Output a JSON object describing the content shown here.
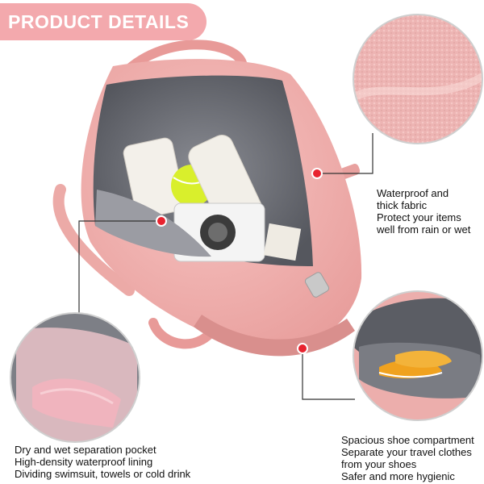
{
  "banner": {
    "title": "PRODUCT DETAILS"
  },
  "colors": {
    "banner": "#f3a9ad",
    "bag_pink": "#f2b3b0",
    "interior_grey": "#6b6d74",
    "marker_red": "#e8232f"
  },
  "callouts": {
    "fabric": {
      "lines": [
        "Waterproof and",
        "thick fabric",
        "Protect your items",
        "well from rain or wet"
      ]
    },
    "pocket": {
      "lines": [
        "Dry and wet separation pocket",
        "High-density waterproof lining",
        "Dividing swimsuit, towels or cold drink"
      ]
    },
    "shoes": {
      "lines": [
        "Spacious shoe compartment",
        "Separate your travel clothes",
        "from your shoes",
        "Safer and more hygienic"
      ]
    }
  }
}
